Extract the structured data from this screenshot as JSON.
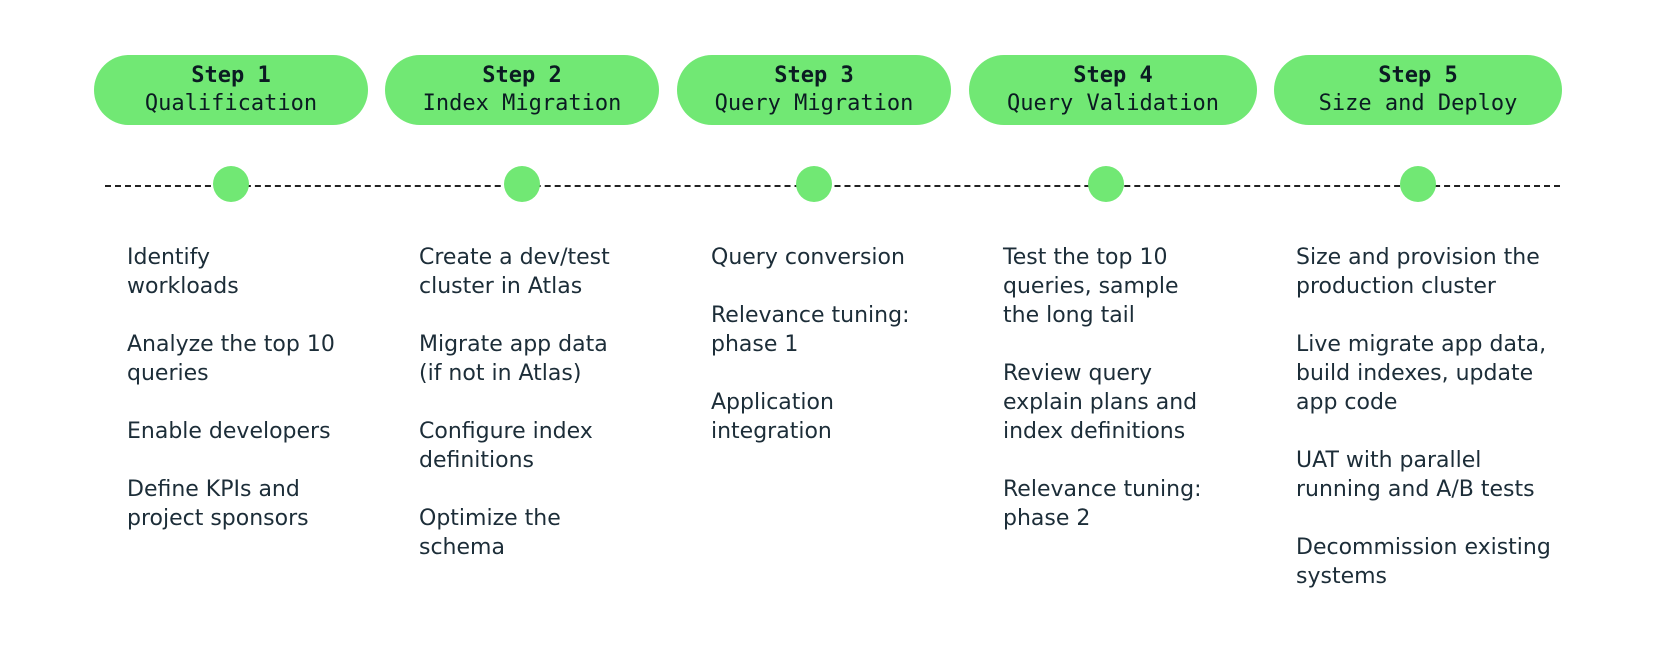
{
  "steps": [
    {
      "number": "Step 1",
      "title": "Qualification",
      "tasks": [
        "Identify\nworkloads",
        "Analyze the top 10\nqueries",
        "Enable developers",
        "Define KPIs and\nproject sponsors"
      ]
    },
    {
      "number": "Step 2",
      "title": "Index Migration",
      "tasks": [
        "Create a dev/test\ncluster in Atlas",
        "Migrate app data\n(if not in Atlas)",
        "Configure index\ndefinitions",
        "Optimize the\nschema"
      ]
    },
    {
      "number": "Step 3",
      "title": "Query Migration",
      "tasks": [
        "Query conversion",
        "Relevance tuning:\nphase 1",
        "Application\nintegration"
      ]
    },
    {
      "number": "Step 4",
      "title": "Query Validation",
      "tasks": [
        "Test the top 10\nqueries, sample\nthe long tail",
        "Review query\nexplain plans and\nindex definitions",
        "Relevance tuning:\nphase 2"
      ]
    },
    {
      "number": "Step 5",
      "title": "Size and Deploy",
      "tasks": [
        "Size and provision the\nproduction cluster",
        "Live migrate app data,\nbuild indexes, update\napp code",
        "UAT with parallel\nrunning and A/B tests",
        "Decommission existing\nsystems"
      ]
    }
  ],
  "colors": {
    "accent": "#71e874",
    "text": "#1c2d38",
    "timeline": "#222222"
  }
}
